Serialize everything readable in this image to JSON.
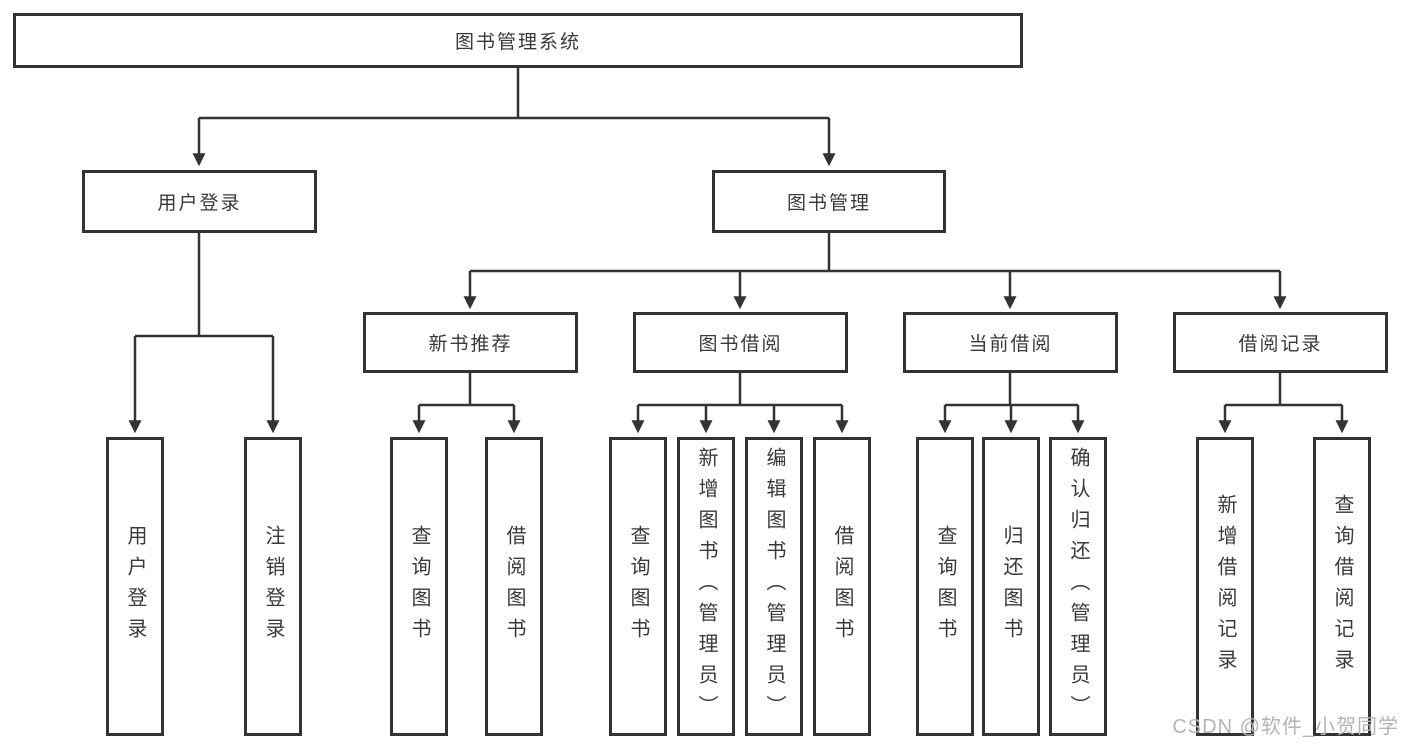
{
  "diagram": {
    "title": "图书管理系统",
    "branches": [
      {
        "label": "用户登录",
        "children": [
          "用户登录",
          "注销登录"
        ]
      },
      {
        "label": "图书管理",
        "groups": [
          {
            "label": "新书推荐",
            "children": [
              "查询图书",
              "借阅图书"
            ]
          },
          {
            "label": "图书借阅",
            "children": [
              "查询图书",
              "新增图书（管理员）",
              "编辑图书（管理员）",
              "借阅图书"
            ]
          },
          {
            "label": "当前借阅",
            "children": [
              "查询图书",
              "归还图书",
              "确认归还（管理员）"
            ]
          },
          {
            "label": "借阅记录",
            "children": [
              "新增借阅记录",
              "查询借阅记录"
            ]
          }
        ]
      }
    ]
  },
  "watermark": "CSDN @软件_小贺同学"
}
